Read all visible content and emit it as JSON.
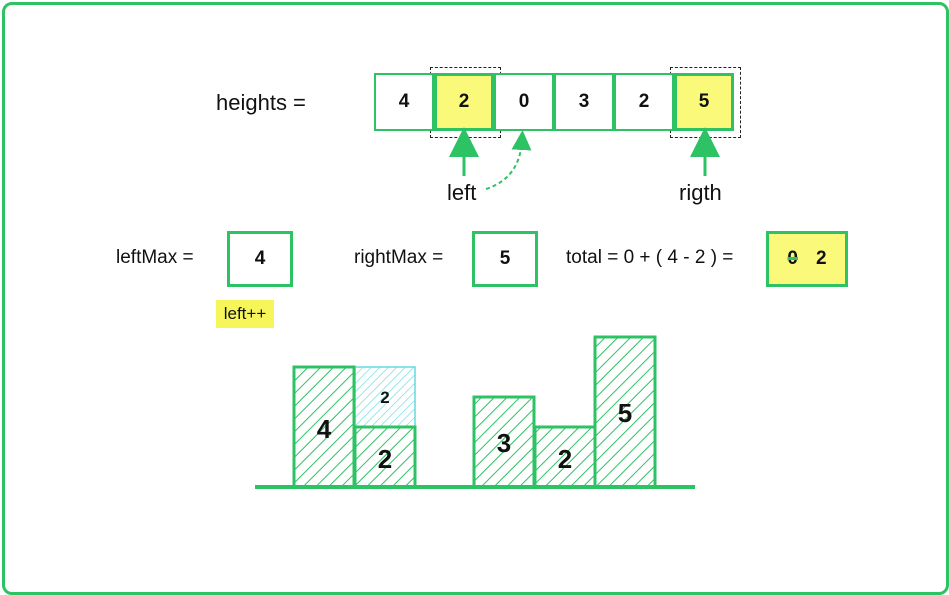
{
  "heights_label": "heights =",
  "heights": [
    "4",
    "2",
    "0",
    "3",
    "2",
    "5"
  ],
  "pointers": {
    "left": "left",
    "right": "rigth"
  },
  "leftMax": {
    "label": "leftMax =",
    "value": "4"
  },
  "rightMax": {
    "label": "rightMax =",
    "value": "5"
  },
  "total": {
    "label": "total =  0 + ( 4 - 2 ) =",
    "old_value": "0",
    "new_value": "2"
  },
  "step_note": "left++",
  "bars": {
    "values": [
      "4",
      "2",
      "",
      "3",
      "2",
      "5"
    ],
    "water": "2"
  },
  "colors": {
    "accent": "#2dc263",
    "highlight": "#fbf97a",
    "water": "#67d9e0"
  }
}
